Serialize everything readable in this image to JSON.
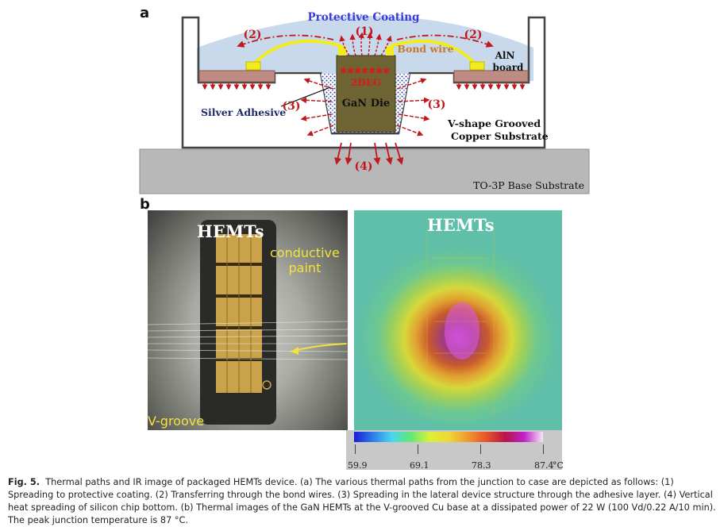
{
  "panel_a": {
    "letter": "a",
    "protective_coating": "Protective Coating",
    "label_1": "(1)",
    "label_2": "(2)",
    "label_3": "(3)",
    "label_4": "(4)",
    "bond_wire": "Bond wire",
    "aln_board": [
      "AlN",
      "board"
    ],
    "twodeg": "2DEG",
    "gan_die": "GaN Die",
    "silver_adhesive": "Silver Adhesive",
    "substrate": [
      "V-shape Grooved",
      "Copper Substrate"
    ],
    "base": "TO-3P  Base Substrate"
  },
  "panel_b": {
    "letter": "b",
    "left_title": "HEMTs",
    "conductive_paint": [
      "conductive",
      "paint"
    ],
    "v_groove": "V-groove",
    "right_title": "HEMTs",
    "scale_labels": [
      "59.9",
      "69.1",
      "78.3",
      "87.4"
    ],
    "scale_unit": "°C"
  },
  "caption": {
    "lead": "Fig. 5.",
    "text": "Thermal paths and IR image of packaged HEMTs device. (a) The various thermal paths from the junction to case are depicted as follows: (1) Spreading to protective coating. (2) Transferring through the bond wires. (3) Spreading in the lateral device structure through the adhesive layer. (4) Vertical heat spreading of silicon chip bottom. (b) Thermal images of the GaN HEMTs at the V-grooved Cu base at a dissipated power of 22 W (100 Vd/0.22 A/10 min). The peak junction temperature is 87 °C."
  },
  "colors": {
    "coating": "#c9d9ec",
    "base": "#b8b8b8",
    "die": "#6f6433",
    "aln": "#bf8c84",
    "bondwire": "#f2ec1c",
    "arrows": "#c0181d",
    "coating_text": "#3a3ad8",
    "bondwire_text": "#c27c2a"
  }
}
